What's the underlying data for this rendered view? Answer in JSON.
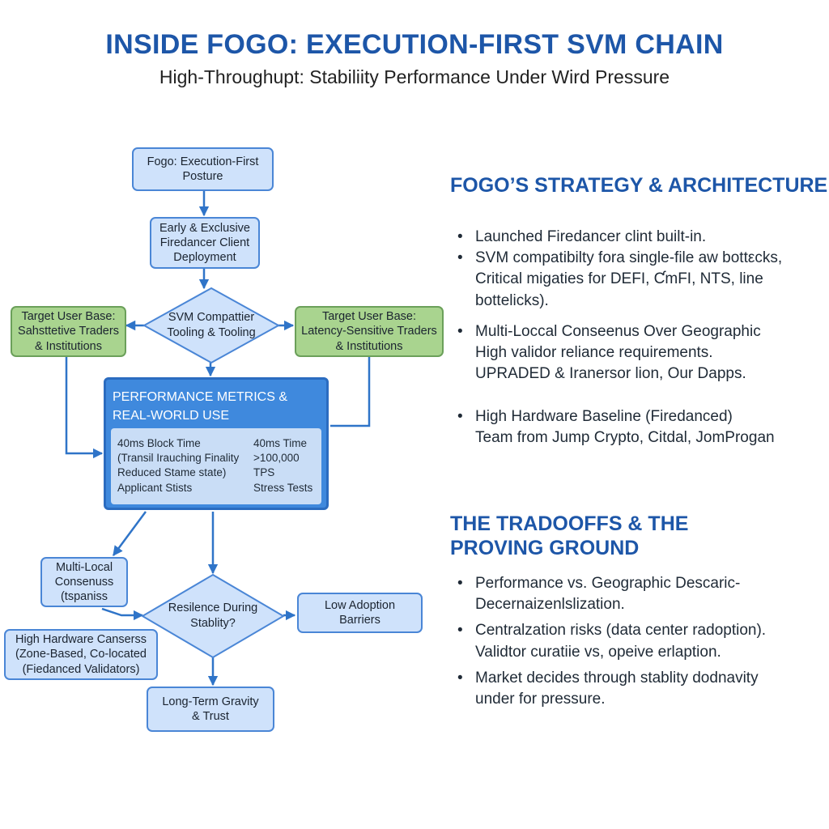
{
  "title": "INSIDE FOGO: EXECUTION-FIRST SVM CHAIN",
  "subtitle": "High-Throughupt: Stabiliity Performance Under Wird Pressure",
  "flow": {
    "posture": "Fogo: Execution-First\nPosture",
    "firedancer": "Early & Exclusive\nFiredancer Client\nDeployment",
    "target_left": "Target User Base:\nSahsttetive Traders\n& Institutions",
    "svm_diamond": "SVM Compattier\nTooling & Tooling",
    "target_right": "Target User Base:\nLatency-Sensitive Traders\n& Institutions",
    "metrics": {
      "title": "PERFORMANCE METRICS &\nREAL-WORLD USE",
      "left": "40ms Block Time\n(Transil Irauching Finality\nReduced Stame state)\nApplicant Stists",
      "right": "40ms Time\n>100,000 TPS\nStress Tests"
    },
    "multilocal": "Multi-Local\nConsenuss\n(tspaniss",
    "resilience": "Resilence During\nStablity?",
    "low_adoption": "Low Adoption\nBarriers",
    "high_hardware": "High Hardware Canserss\n(Zone-Based, Co-located\n(Fiedanced Validators)",
    "long_term": "Long-Term Gravity\n& Trust"
  },
  "strategy": {
    "heading": "FOGO’S STRATEGY & ARCHITECTURE",
    "bullets": [
      "Launched Firedancer clint built-in.",
      "SVM compatibilty fora single-file aw bottεcks,\nCritical migaties for DEFI, ƇmFI, NTS, line\nbottelicks).",
      "Multi-Loccal Conseenus Over Geographic\nHigh validor reliance requirements.\nUPRADED & Iranersor lion, Our Dapps.",
      "High Hardware Baseline (Firedanced)\nTeam from Jump Crypto, Citdal, JomProgan"
    ]
  },
  "tradeoffs": {
    "heading": "THE TRADOOFFS & THE\nPROVING GROUND",
    "bullets": [
      "Performance vs. Geographic Descaric-\nDecernaizenlslization.",
      "Centralzation risks (data center radoption).\nValidtor curatiie vs, opeive erlaption.",
      "Market decides through stablity dodnavity\nunder for pressure."
    ]
  },
  "colors": {
    "heading_blue": "#1d56a8",
    "node_fill": "#cfe2fb",
    "node_border": "#4a86d6",
    "green_fill": "#a9d48f",
    "metrics_blue": "#3f89dd",
    "arrow": "#2f74c8"
  }
}
